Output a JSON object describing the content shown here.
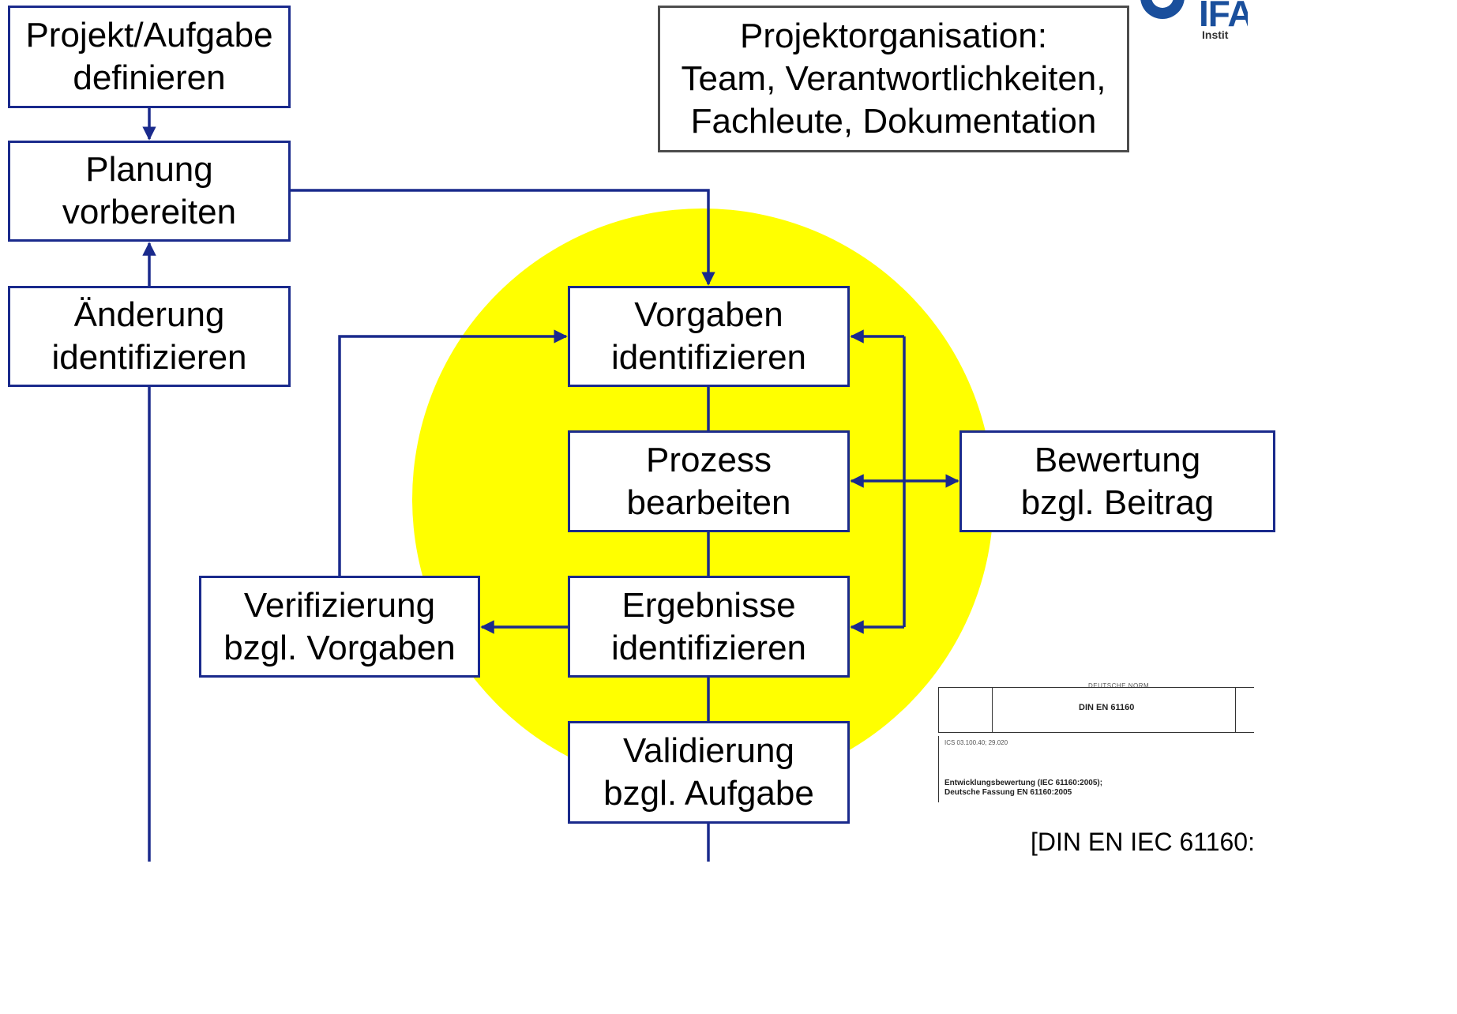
{
  "colors": {
    "circle": "#ffff00",
    "line": "#1a2a8c",
    "box_border": "#1a2a8c",
    "org_border": "#4d4d4d",
    "logo": "#1a4f9c"
  },
  "boxes": {
    "definieren": {
      "line1": "Projekt/Aufgabe",
      "line2": "definieren"
    },
    "planung": {
      "line1": "Planung",
      "line2": "vorbereiten"
    },
    "aenderung": {
      "line1": "Änderung",
      "line2": "identifizieren"
    },
    "organisation": {
      "line1": "Projektorganisation:",
      "line2": "Team, Verantwortlichkeiten,",
      "line3": "Fachleute, Dokumentation"
    },
    "vorgaben": {
      "line1": "Vorgaben",
      "line2": "identifizieren"
    },
    "prozess": {
      "line1": "Prozess",
      "line2": "bearbeiten"
    },
    "ergebnisse": {
      "line1": "Ergebnisse",
      "line2": "identifizieren"
    },
    "validierung": {
      "line1": "Validierung",
      "line2": "bzgl. Aufgabe"
    },
    "verifizierung": {
      "line1": "Verifizierung",
      "line2": "bzgl. Vorgaben"
    },
    "bewertung": {
      "line1": "Bewertung",
      "line2": "bzgl. Beitrag"
    }
  },
  "logo": {
    "word": "IFA",
    "sub": "Instit"
  },
  "norm_doc": {
    "header": "DEUTSCHE NORM",
    "title": "DIN EN 61160",
    "ics": "ICS 03.100.40; 29.020",
    "desc_line1": "Entwicklungsbewertung (IEC 61160:2005);",
    "desc_line2": "Deutsche Fassung EN 61160:2005"
  },
  "citation": "[DIN EN IEC 61160:"
}
